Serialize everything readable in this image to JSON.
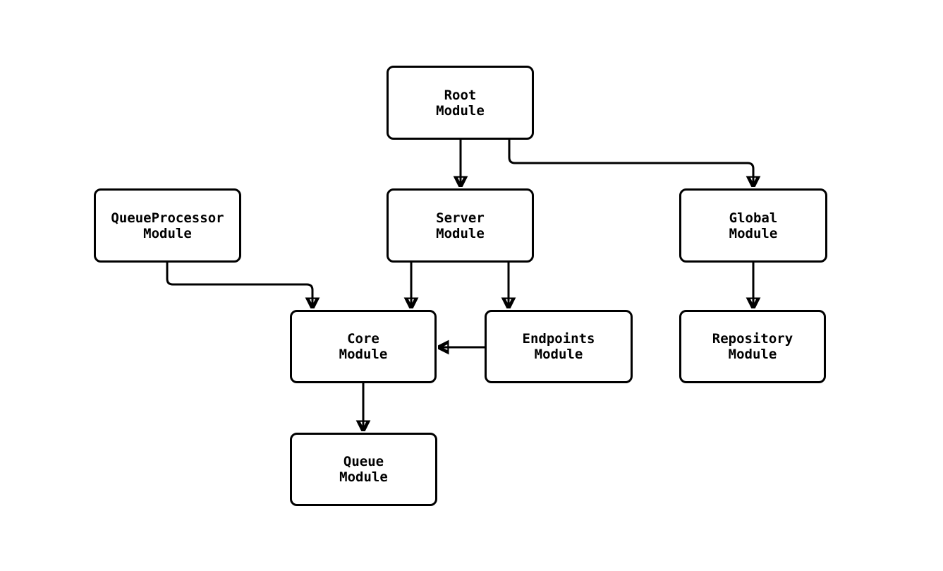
{
  "diagram": {
    "type": "module-dependency-graph",
    "colors": {
      "background": "#ffffff",
      "node_fill": "#ffffff",
      "node_border": "#000000",
      "edge_stroke": "#000000",
      "text": "#000000"
    },
    "nodes": {
      "root": {
        "label": "Root Module",
        "line1": "Root",
        "line2": "Module"
      },
      "queueprocessor": {
        "label": "QueueProcessor Module",
        "line1": "QueueProcessor",
        "line2": "Module"
      },
      "server": {
        "label": "Server Module",
        "line1": "Server",
        "line2": "Module"
      },
      "global": {
        "label": "Global Module",
        "line1": "Global",
        "line2": "Module"
      },
      "core": {
        "label": "Core Module",
        "line1": "Core",
        "line2": "Module"
      },
      "endpoints": {
        "label": "Endpoints Module",
        "line1": "Endpoints",
        "line2": "Module"
      },
      "repository": {
        "label": "Repository Module",
        "line1": "Repository",
        "line2": "Module"
      },
      "queue": {
        "label": "Queue Module",
        "line1": "Queue",
        "line2": "Module"
      }
    },
    "edges": [
      {
        "from": "Root Module",
        "to": "Server Module"
      },
      {
        "from": "Root Module",
        "to": "Global Module"
      },
      {
        "from": "QueueProcessor Module",
        "to": "Core Module"
      },
      {
        "from": "Server Module",
        "to": "Core Module"
      },
      {
        "from": "Server Module",
        "to": "Endpoints Module"
      },
      {
        "from": "Endpoints Module",
        "to": "Core Module"
      },
      {
        "from": "Global Module",
        "to": "Repository Module"
      },
      {
        "from": "Core Module",
        "to": "Queue Module"
      }
    ]
  }
}
